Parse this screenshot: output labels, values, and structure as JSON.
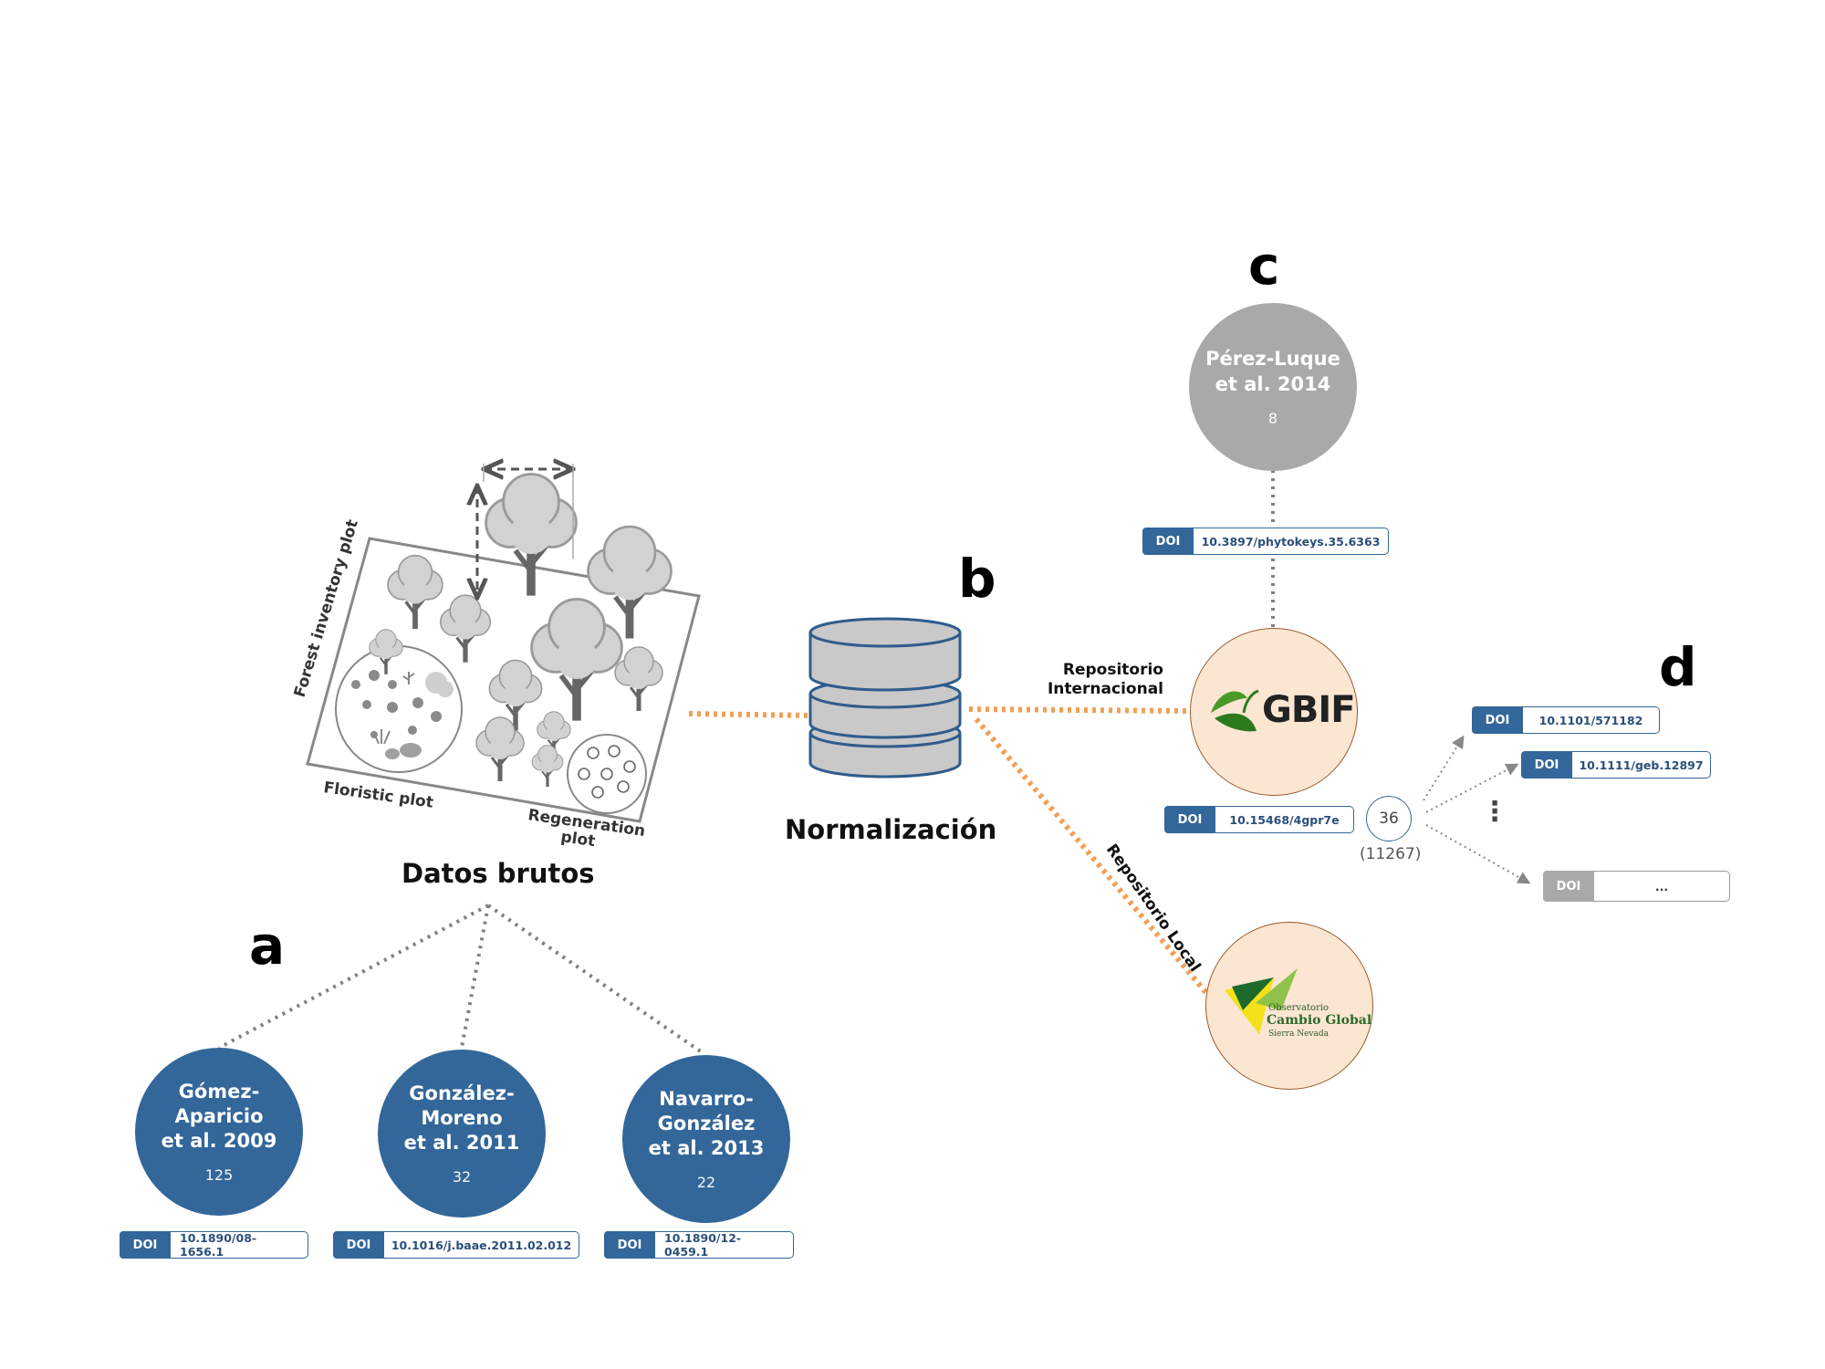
{
  "letters": {
    "a": "a",
    "b": "b",
    "c": "c",
    "d": "d"
  },
  "raw_data": {
    "caption": "Datos brutos",
    "forest_plot_label": "Forest inventory plot",
    "floristic_label": "Floristic plot",
    "regeneration_label_line1": "Regeneration",
    "regeneration_label_line2": "plot"
  },
  "normalization": {
    "caption": "Normalización"
  },
  "publications_a": [
    {
      "name": "Gómez-\nAparicio\net al. 2009",
      "count": "125",
      "doi_tag": "DOI",
      "doi": "10.1890/08-1656.1"
    },
    {
      "name": "González-\nMoreno\net al. 2011",
      "count": "32",
      "doi_tag": "DOI",
      "doi": "10.1016/j.baae.2011.02.012"
    },
    {
      "name": "Navarro-\nGonzález\net al. 2013",
      "count": "22",
      "doi_tag": "DOI",
      "doi": "10.1890/12-0459.1"
    }
  ],
  "publication_c": {
    "name": "Pérez-Luque\net al. 2014",
    "count": "8",
    "doi_tag": "DOI",
    "doi": "10.3897/phytokeys.35.6363"
  },
  "repositories": {
    "international_label": "Repositorio\nInternacional",
    "local_label": "Repositorio Local",
    "gbif_text": "GBIF",
    "gbif_doi_tag": "DOI",
    "gbif_doi": "10.15468/4gpr7e",
    "local_logo_line1": "Observatorio",
    "local_logo_line2": "Cambio Global",
    "local_logo_line3": "Sierra Nevada"
  },
  "citations_d": {
    "count": "36",
    "total": "(11267)",
    "items": [
      {
        "doi_tag": "DOI",
        "doi": "10.1101/571182"
      },
      {
        "doi_tag": "DOI",
        "doi": "10.1111/geb.12897"
      },
      {
        "doi_tag": "DOI",
        "doi": "..."
      }
    ],
    "ellipsis": "⋮"
  },
  "colors": {
    "blue": "#336699",
    "grey": "#a9a9a9",
    "orange_link": "#f0a055",
    "repo_fill": "#fbe6d2"
  }
}
